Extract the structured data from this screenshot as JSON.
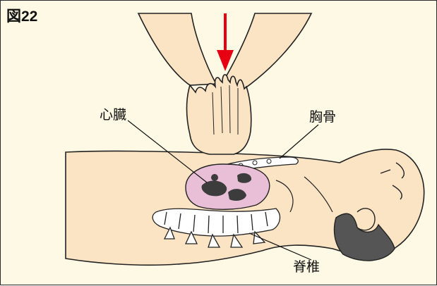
{
  "figure": {
    "label": "図22"
  },
  "labels": {
    "heart": "心臓",
    "sternum": "胸骨",
    "spine": "脊椎"
  },
  "colors": {
    "background": "#fdf9e4",
    "skin": "#fbe4c4",
    "heart": "#e8bfd6",
    "heart_dark": "#3c3c3c",
    "arrow": "#e60012",
    "bone": "#ffffff",
    "hair": "#555555"
  }
}
